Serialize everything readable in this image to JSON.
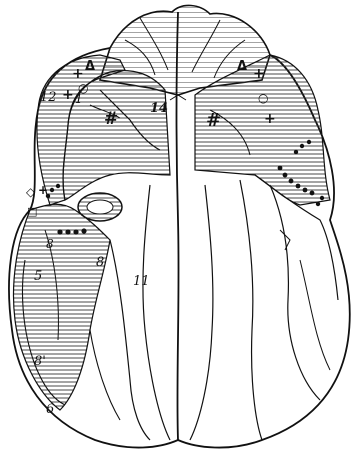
{
  "labels": {
    "l12": "12",
    "l14": "14",
    "l11": "11",
    "l8": "8",
    "l8b": "8",
    "l8prime": "8'",
    "l5": "5",
    "l1": "1",
    "l6": "6"
  },
  "symbols": {
    "triangle": "Δ",
    "plus": "+",
    "circle": "○",
    "hash": "#",
    "diamond": "◇",
    "square": "□"
  }
}
